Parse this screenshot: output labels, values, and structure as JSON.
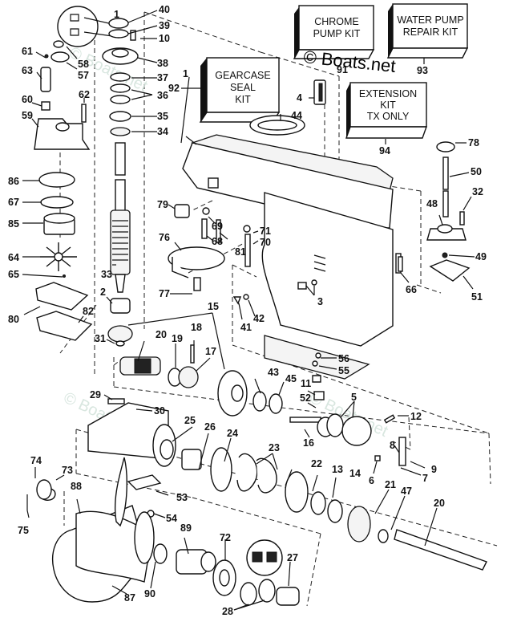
{
  "diagram": {
    "title": "Gearcase exploded parts diagram",
    "watermark": "© Boats.net",
    "kits": [
      {
        "id": "92",
        "lines": [
          "GEARCASE",
          "SEAL",
          "KIT"
        ]
      },
      {
        "id": "91",
        "lines": [
          "CHROME",
          "PUMP KIT"
        ]
      },
      {
        "id": "93",
        "lines": [
          "WATER PUMP",
          "REPAIR KIT"
        ]
      },
      {
        "id": "94",
        "lines": [
          "EXTENSION",
          "KIT",
          "TX ONLY"
        ]
      }
    ],
    "callouts": {
      "c40": "40",
      "c39": "39",
      "c10": "10",
      "c38": "38",
      "c37": "37",
      "c36": "36",
      "c35": "35",
      "c34": "34",
      "c1a": "1",
      "c1": "1",
      "c61": "61",
      "c58": "58",
      "c57": "57",
      "c63": "63",
      "c62": "62",
      "c60": "60",
      "c59": "59",
      "c86": "86",
      "c67": "67",
      "c85": "85",
      "c64": "64",
      "c65": "65",
      "c80": "80",
      "c82": "82",
      "c33": "33",
      "c2": "2",
      "c31": "31",
      "c15": "15",
      "c4": "4",
      "c44": "44",
      "c79": "79",
      "c69": "69",
      "c68": "68",
      "c81": "81",
      "c71": "71",
      "c70": "70",
      "c76": "76",
      "c77": "77",
      "c3": "3",
      "c41": "41",
      "c42": "42",
      "c66": "66",
      "c78": "78",
      "c50": "50",
      "c32": "32",
      "c48": "48",
      "c49": "49",
      "c51": "51",
      "c56": "56",
      "c55": "55",
      "c20a": "20",
      "c19": "19",
      "c18": "18",
      "c17": "17",
      "c43": "43",
      "c45": "45",
      "c11": "11",
      "c52": "52",
      "c5": "5",
      "c12": "12",
      "c16": "16",
      "c8": "8",
      "c9": "9",
      "c7": "7",
      "c6": "6",
      "c29": "29",
      "c30": "30",
      "c25": "25",
      "c26": "26",
      "c24": "24",
      "c23": "23",
      "c22": "22",
      "c13": "13",
      "c14": "14",
      "c21": "21",
      "c47": "47",
      "c20": "20",
      "c74": "74",
      "c73": "73",
      "c75": "75",
      "c88": "88",
      "c53": "53",
      "c54": "54",
      "c89": "89",
      "c72": "72",
      "c90": "90",
      "c87": "87",
      "c28": "28",
      "c27": "27"
    }
  }
}
